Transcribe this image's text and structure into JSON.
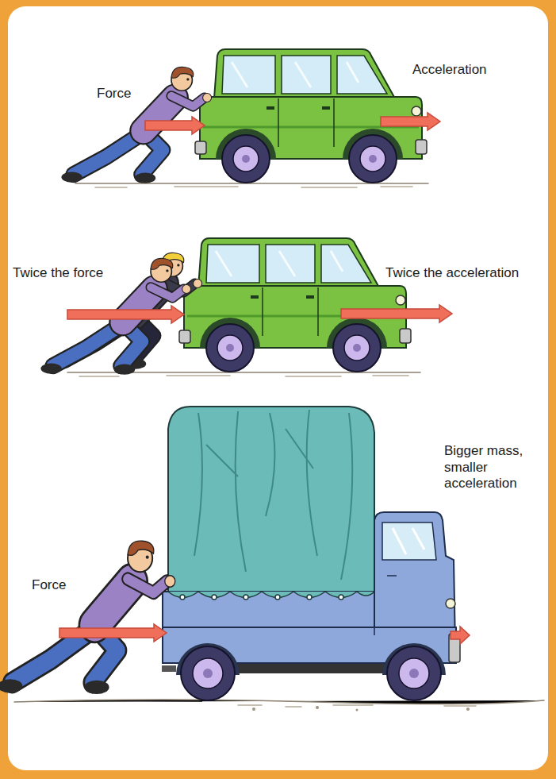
{
  "diagram": {
    "labels": [
      "Force",
      "Acceleration",
      "Twice the force",
      "Twice the acceleration",
      "Force",
      "Bigger mass, smaller acceleration"
    ]
  }
}
